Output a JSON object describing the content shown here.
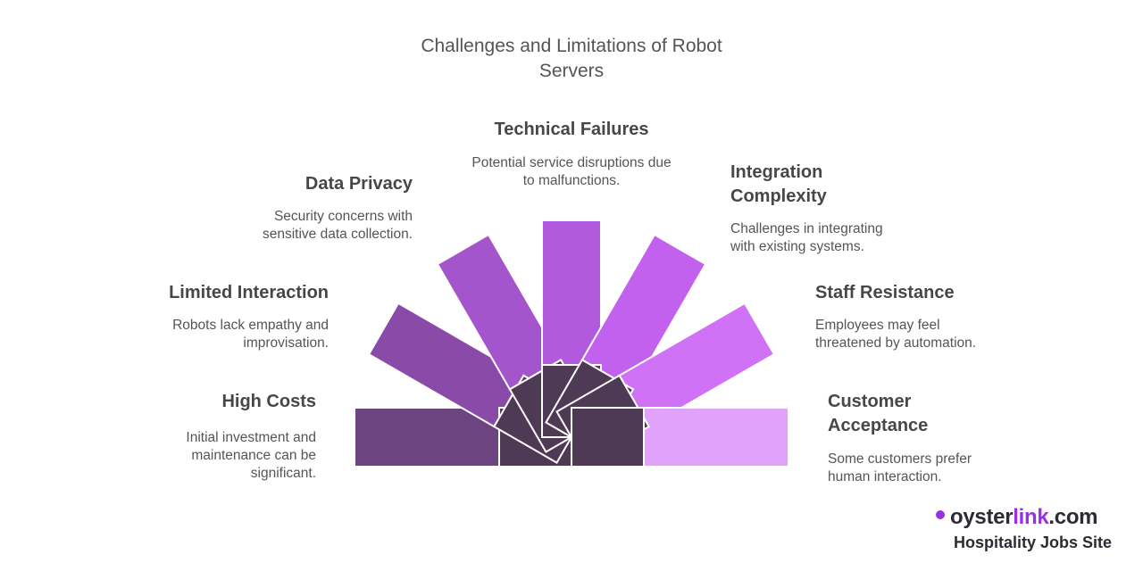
{
  "title": "Challenges and Limitations of Robot Servers",
  "items": [
    {
      "heading": "High Costs",
      "description": "Initial investment and maintenance can be significant.",
      "color": "#6b4480"
    },
    {
      "heading": "Limited Interaction",
      "description": "Robots lack empathy and improvisation.",
      "color": "#8a4aa8"
    },
    {
      "heading": "Data Privacy",
      "description": "Security concerns with sensitive data collection.",
      "color": "#a555cc"
    },
    {
      "heading": "Technical Failures",
      "description": "Potential service disruptions due to malfunctions.",
      "color": "#b25ade"
    },
    {
      "heading": "Integration Complexity",
      "description": "Challenges in integrating with existing systems.",
      "color": "#c261ed"
    },
    {
      "heading": "Staff Resistance",
      "description": "Employees may feel threatened by automation.",
      "color": "#cf72f5"
    },
    {
      "heading": "Customer Acceptance",
      "description": "Some customers prefer human interaction.",
      "color": "#e0a2fa"
    }
  ],
  "center_color": "#4e3a55",
  "logo": {
    "brand_a": "oyster",
    "brand_b": "link",
    "brand_c": ".com",
    "tagline": "Hospitality Jobs Site",
    "accent": "#9b30e0"
  }
}
